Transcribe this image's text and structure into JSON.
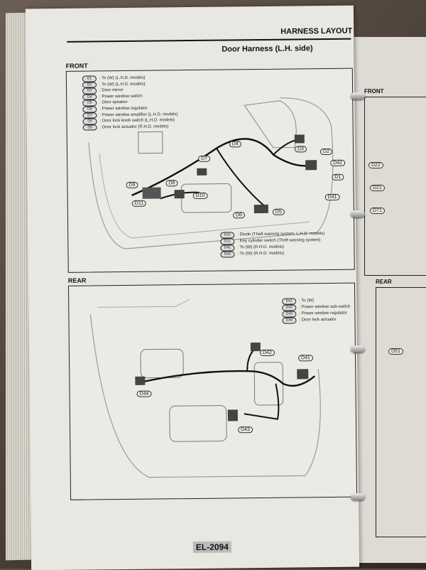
{
  "header": {
    "title": "HARNESS LAYOUT",
    "subtitle": "Door Harness (L.H. side)"
  },
  "front": {
    "label": "FRONT",
    "legend": [
      {
        "code": "D1",
        "text": ": To (W) (L.H.D. models)"
      },
      {
        "code": "D2",
        "text": ": To (W) (L.H.D. models)"
      },
      {
        "code": "D3",
        "text": ": Door mirror"
      },
      {
        "code": "D4",
        "text": ": Power window switch"
      },
      {
        "code": "D5",
        "text": ": Door speaker"
      },
      {
        "code": "D6",
        "text": ": Power window regulator"
      },
      {
        "code": "D7",
        "text": ": Power window amplifier (L.H.D. models)"
      },
      {
        "code": "D8",
        "text": ": Door lock knob switch (L.H.D. models)"
      },
      {
        "code": "D9",
        "text": ": Door lock actuator (R.H.D. models)"
      }
    ],
    "legend2": [
      {
        "code": "D10",
        "text": ": Diode (Theft warning system, L.H.D. models)"
      },
      {
        "code": "D11",
        "text": ": Key cylinder switch (Theft warning system)"
      },
      {
        "code": "D41",
        "text": ": To (W) (R.H.D. models)"
      },
      {
        "code": "D42",
        "text": ": To (W) (R.H.D. models)"
      }
    ],
    "callouts": [
      "D1",
      "D2",
      "D3",
      "D4",
      "D5",
      "D6",
      "D7",
      "D8",
      "D9",
      "D10",
      "D11",
      "D41",
      "D42"
    ]
  },
  "rear": {
    "label": "REAR",
    "legend": [
      {
        "code": "D41",
        "text": ": To (W)"
      },
      {
        "code": "D42",
        "text": ": Power window sub-switch"
      },
      {
        "code": "D43",
        "text": ": Power window regulator"
      },
      {
        "code": "D44",
        "text": ": Door lock actuator"
      }
    ],
    "callouts": [
      "D41",
      "D42",
      "D43",
      "D44"
    ]
  },
  "right_page": {
    "front_label": "FRONT",
    "rear_label": "REAR",
    "callouts": [
      "D22",
      "D21",
      "D71",
      "D51"
    ]
  },
  "footer": {
    "page_number": "EL-2094"
  },
  "colors": {
    "paper": "#e9e7e1",
    "ink": "#111111",
    "desk": "#5a4e44"
  }
}
